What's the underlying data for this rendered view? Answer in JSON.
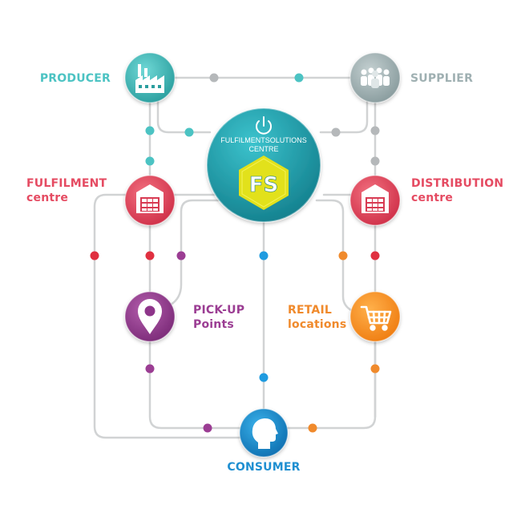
{
  "hub": {
    "title_line1": "FULFILMENTSOLUTIONS",
    "title_line2": "CENTRE",
    "logo_text": "FS"
  },
  "nodes": {
    "producer": {
      "label": "PRODUCER",
      "color": "#4cc3c3",
      "icon": "factory-icon"
    },
    "supplier": {
      "label": "SUPPLIER",
      "color": "#9fb0b2",
      "icon": "people-icon"
    },
    "fulfilment": {
      "line1": "FULFILMENT",
      "line2": "centre",
      "color": "#e54b62",
      "icon": "warehouse-icon"
    },
    "distribution": {
      "line1": "DISTRIBUTION",
      "line2": "centre",
      "color": "#e54b62",
      "icon": "warehouse-icon"
    },
    "pickup": {
      "line1": "PICK-UP",
      "line2": "Points",
      "color": "#9b3d93",
      "icon": "location-pin-icon"
    },
    "retail": {
      "line1": "RETAIL",
      "line2": "locations",
      "color": "#f08a2c",
      "icon": "shopping-cart-icon"
    },
    "consumer": {
      "label": "CONSUMER",
      "color": "#1f8fd1",
      "icon": "head-profile-icon"
    }
  },
  "colors": {
    "connector": "#d1d3d4",
    "hub": "#1fa3b0",
    "logo": "#e2e11b",
    "dot_grey": "#b5b8ba",
    "dot_teal": "#4cc3c3",
    "dot_red": "#e03040",
    "dot_purple": "#9b3d93",
    "dot_blue": "#1f9be0",
    "dot_orange": "#f08a2c"
  }
}
